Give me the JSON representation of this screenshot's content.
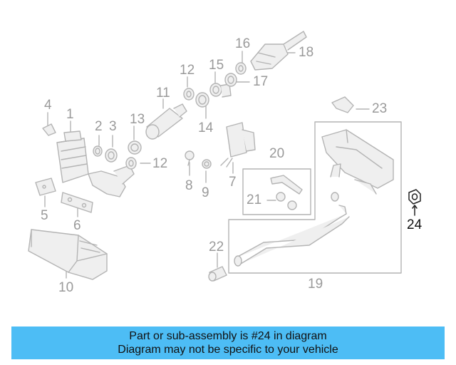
{
  "diagram": {
    "highlight_part": "24",
    "colors": {
      "line": "#b4b4b4",
      "part_fill": "#efefef",
      "label_dim": "#9a9a9a",
      "label_active": "#111111",
      "banner_bg": "#4dbdf5"
    },
    "callouts": {
      "c1": "1",
      "c2": "2",
      "c3": "3",
      "c4": "4",
      "c5": "5",
      "c6": "6",
      "c7": "7",
      "c8": "8",
      "c9": "9",
      "c10": "10",
      "c11": "11",
      "c12a": "12",
      "c12b": "12",
      "c13": "13",
      "c14": "14",
      "c15": "15",
      "c16": "16",
      "c17": "17",
      "c18": "18",
      "c19": "19",
      "c20": "20",
      "c21": "21",
      "c22": "22",
      "c23": "23",
      "c24": "24"
    }
  },
  "banner": {
    "line1": "Part or sub-assembly is #24 in diagram",
    "line2": "Diagram may not be specific to your vehicle"
  }
}
